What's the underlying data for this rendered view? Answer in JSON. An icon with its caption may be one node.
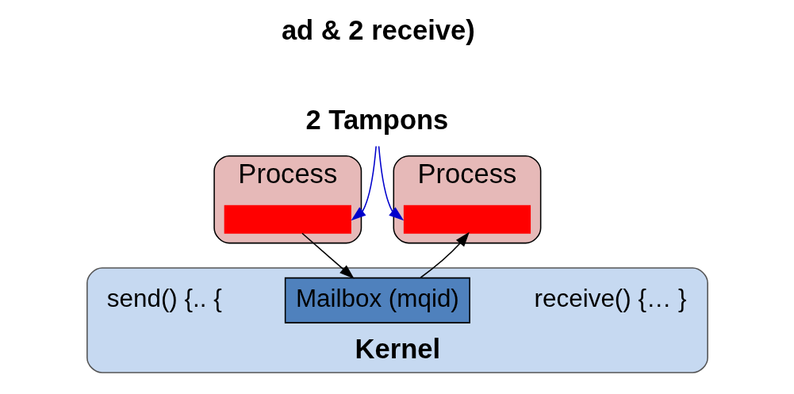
{
  "diagram": {
    "nodes": [
      {
        "text": [
          "Kernel"
        ]
      },
      {
        "text": [
          "Process"
        ]
      },
      {
        "text": [],
        "shape": "bar",
        "in": 1
      },
      {
        "text": [
          "Process"
        ]
      },
      {
        "text": [],
        "shape": "bar",
        "in": 3
      },
      {
        "text": [
          "2 Tampons"
        ]
      },
      {
        "text": [
          "Mailbox (mqid)"
        ],
        "in": 0
      }
    ],
    "edges": [
      {
        "from": 5,
        "to": 2,
        "arrow": "to",
        "color": "#0000cc"
      },
      {
        "from": 5,
        "to": 4,
        "arrow": "to",
        "color": "#0000cc"
      },
      {
        "from": 2,
        "to": 6,
        "arrow": "to",
        "color": "#000000"
      },
      {
        "from": 6,
        "to": 4,
        "arrow": "to",
        "color": "#000000"
      }
    ],
    "labels": [
      "ad & 2 receive)",
      "send() {.. {",
      "receive() {… }"
    ]
  }
}
